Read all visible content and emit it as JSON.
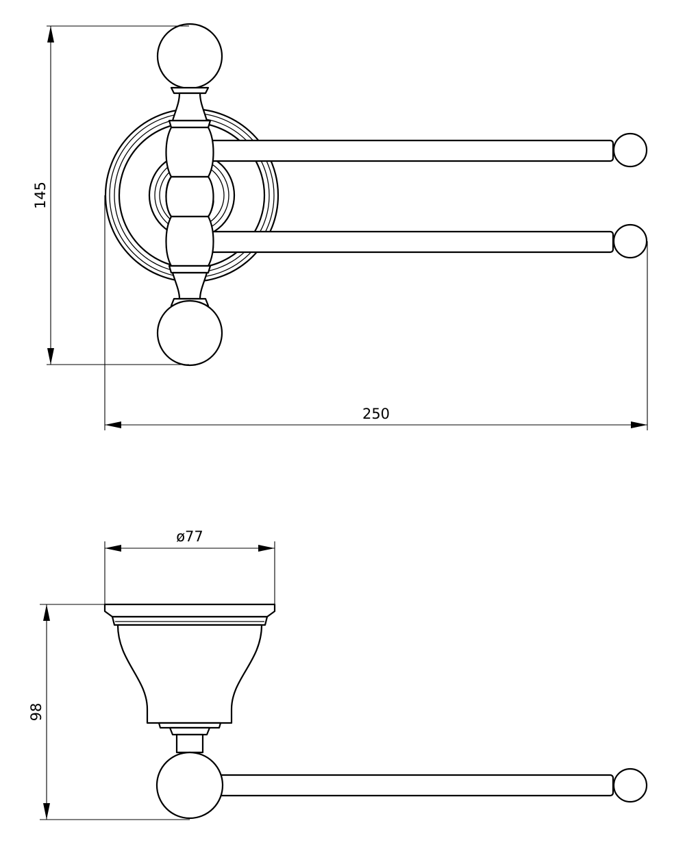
{
  "views": {
    "front": {
      "dimensions": {
        "height_label": "145",
        "width_label": "250"
      }
    },
    "side": {
      "dimensions": {
        "diameter_label": "ø77",
        "height_label": "98"
      }
    }
  },
  "colors": {
    "line": "#000000",
    "background": "#ffffff"
  }
}
